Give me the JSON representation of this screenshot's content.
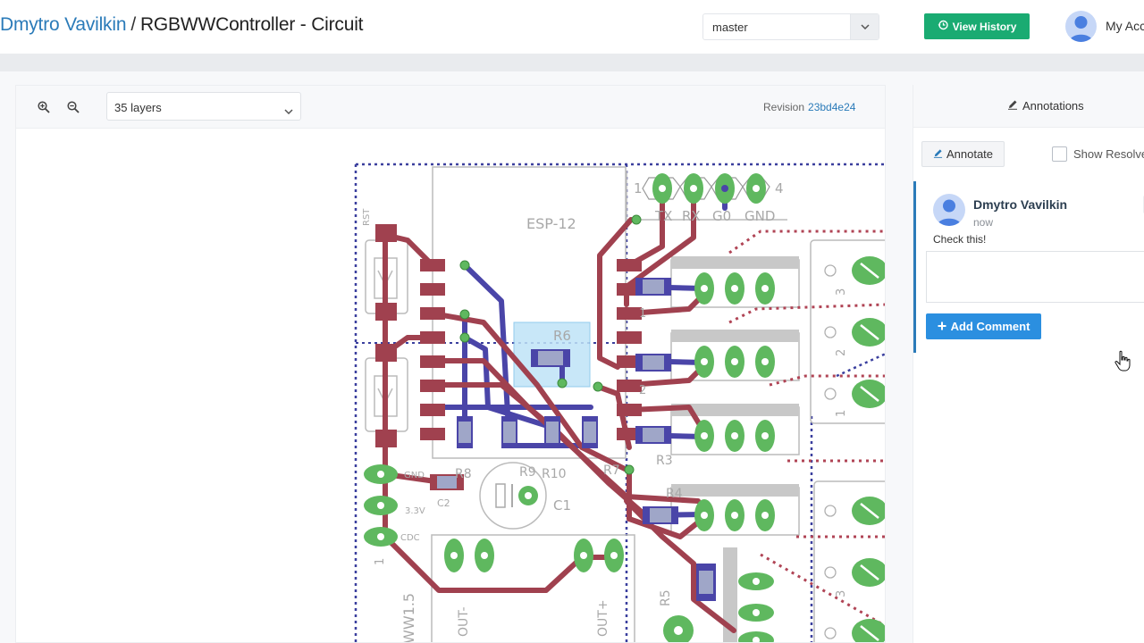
{
  "header": {
    "owner": "Dmytro Vavilkin",
    "separator": "/",
    "repo": "RGBWWController - Circuit",
    "branch": "master",
    "view_history_label": "View History",
    "account_label": "My Acc"
  },
  "viewer": {
    "layers_value": "35 layers",
    "revision_label": "Revision",
    "revision_hash": "23bd4e24",
    "icons": [
      "zoom-in-icon",
      "zoom-out-icon",
      "chevron-down-icon"
    ]
  },
  "pcb": {
    "module_label": "ESP-12",
    "header_pins": [
      "1",
      "TX",
      "RX",
      "G0",
      "GND",
      "4"
    ],
    "component_labels": [
      "R6",
      "R8",
      "R9",
      "R10",
      "R7",
      "R3",
      "R4",
      "R5",
      "C1",
      "C2"
    ],
    "power_pins": [
      "GND",
      "3.3V",
      "CDC"
    ],
    "misc_labels": [
      "RST",
      "WW1.5",
      "OUT-",
      "OUT+",
      "1",
      "2",
      "3"
    ],
    "colors": {
      "copper_top": "#a0414f",
      "copper_bottom": "#4a45a8",
      "pad": "#5fb85f",
      "silk": "#b8b8b8",
      "outline": "#3a3f9e"
    }
  },
  "annotations": {
    "header_label": "Annotations",
    "annotate_label": "Annotate",
    "show_resolved_label": "Show Resolve",
    "comment": {
      "author": "Dmytro Vavilkin",
      "time": "now",
      "text": "Check this!"
    },
    "reply_placeholder": "",
    "add_comment_label": "Add Comment",
    "accent_color": "#2b8fe0"
  }
}
